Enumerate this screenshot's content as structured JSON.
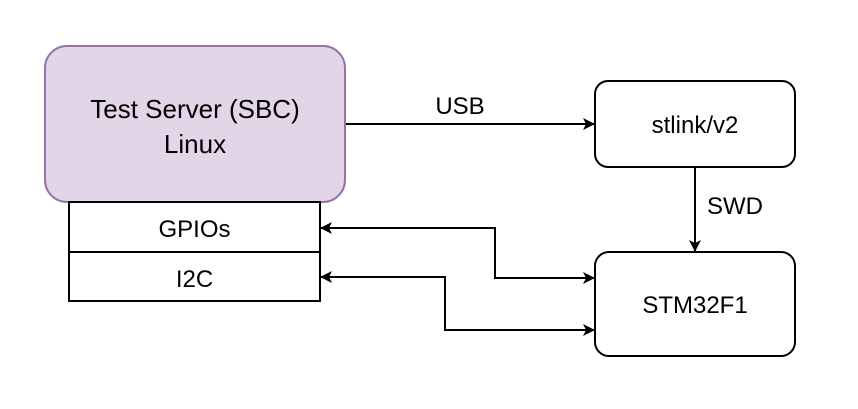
{
  "colors": {
    "server_fill": "#e1d5e7",
    "server_stroke": "#9673a6",
    "box_fill": "#ffffff",
    "box_stroke": "#000000",
    "edge": "#000000"
  },
  "nodes": {
    "server": {
      "line1": "Test Server (SBC)",
      "line2": "Linux"
    },
    "gpios": {
      "label": "GPIOs"
    },
    "i2c": {
      "label": "I2C"
    },
    "stlink": {
      "label": "stlink/v2"
    },
    "mcu": {
      "label": "STM32F1"
    }
  },
  "edges": {
    "usb": {
      "label": "USB",
      "from": "server",
      "to": "stlink"
    },
    "swd": {
      "label": "SWD",
      "from": "stlink",
      "to": "mcu"
    },
    "gpio_link": {
      "label": "",
      "from": "gpios",
      "to": "mcu",
      "bidirectional": true
    },
    "i2c_link": {
      "label": "",
      "from": "i2c",
      "to": "mcu",
      "bidirectional": true
    }
  }
}
